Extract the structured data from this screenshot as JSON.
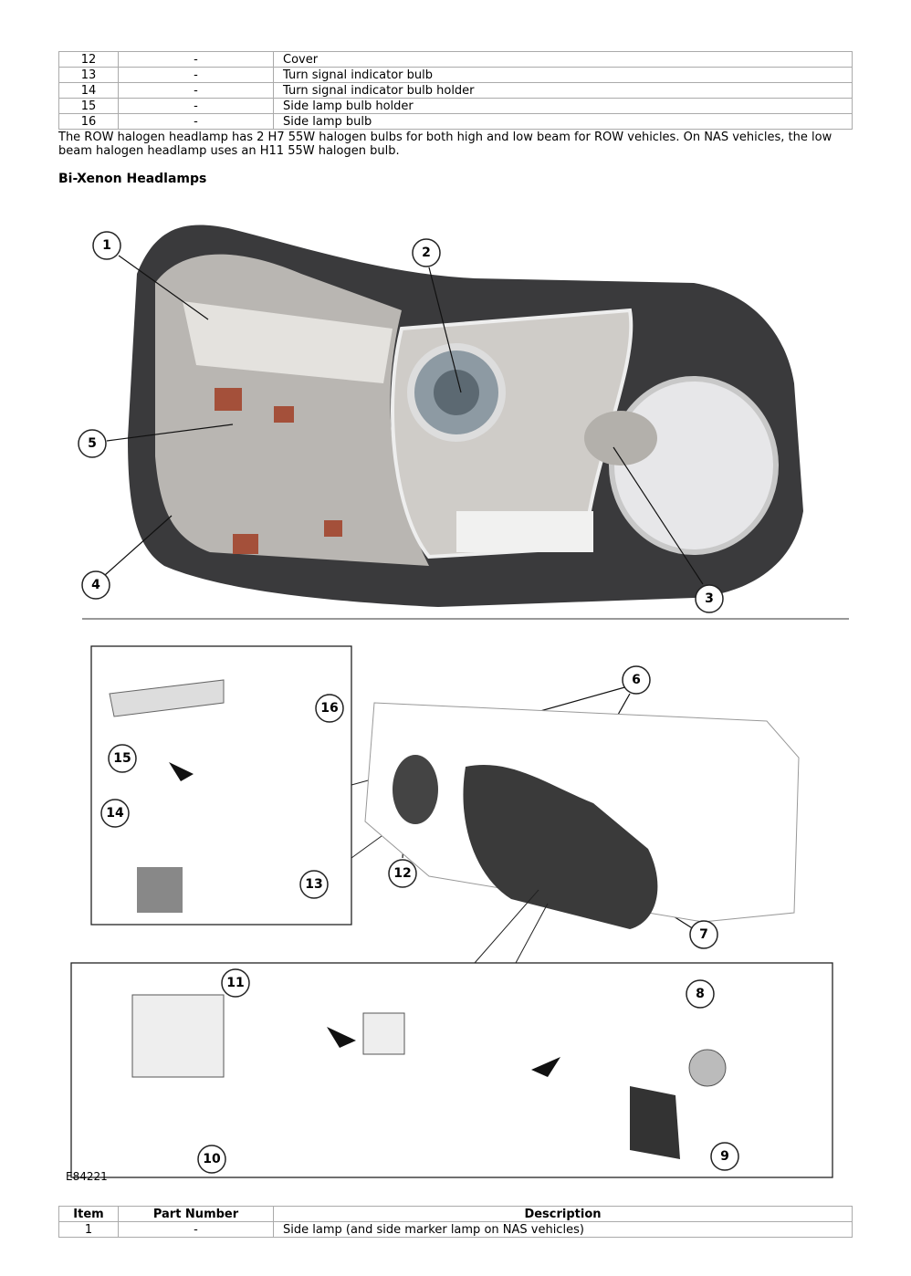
{
  "top_table": {
    "rows": [
      {
        "item": "12",
        "part": "-",
        "desc": "Cover"
      },
      {
        "item": "13",
        "part": "-",
        "desc": "Turn signal indicator bulb"
      },
      {
        "item": "14",
        "part": "-",
        "desc": "Turn signal indicator bulb holder"
      },
      {
        "item": "15",
        "part": "-",
        "desc": "Side lamp bulb holder"
      },
      {
        "item": "16",
        "part": "-",
        "desc": "Side lamp bulb"
      }
    ]
  },
  "paragraph": "The ROW halogen headlamp has 2 H7 55W halogen bulbs for both high and low beam for ROW vehicles. On NAS vehicles, the low beam halogen headlamp uses an H11 55W halogen bulb.",
  "heading": "Bi-Xenon Headlamps",
  "callouts": {
    "c1": "1",
    "c2": "2",
    "c3": "3",
    "c4": "4",
    "c5": "5",
    "c6": "6",
    "c7": "7",
    "c8": "8",
    "c9": "9",
    "c10": "10",
    "c11": "11",
    "c12": "12",
    "c13": "13",
    "c14": "14",
    "c15": "15",
    "c16": "16"
  },
  "figure_id": "E84221",
  "bottom_table": {
    "headers": {
      "item": "Item",
      "part": "Part Number",
      "desc": "Description"
    },
    "rows": [
      {
        "item": "1",
        "part": "-",
        "desc": "Side lamp (and side marker lamp on NAS vehicles)"
      }
    ]
  }
}
